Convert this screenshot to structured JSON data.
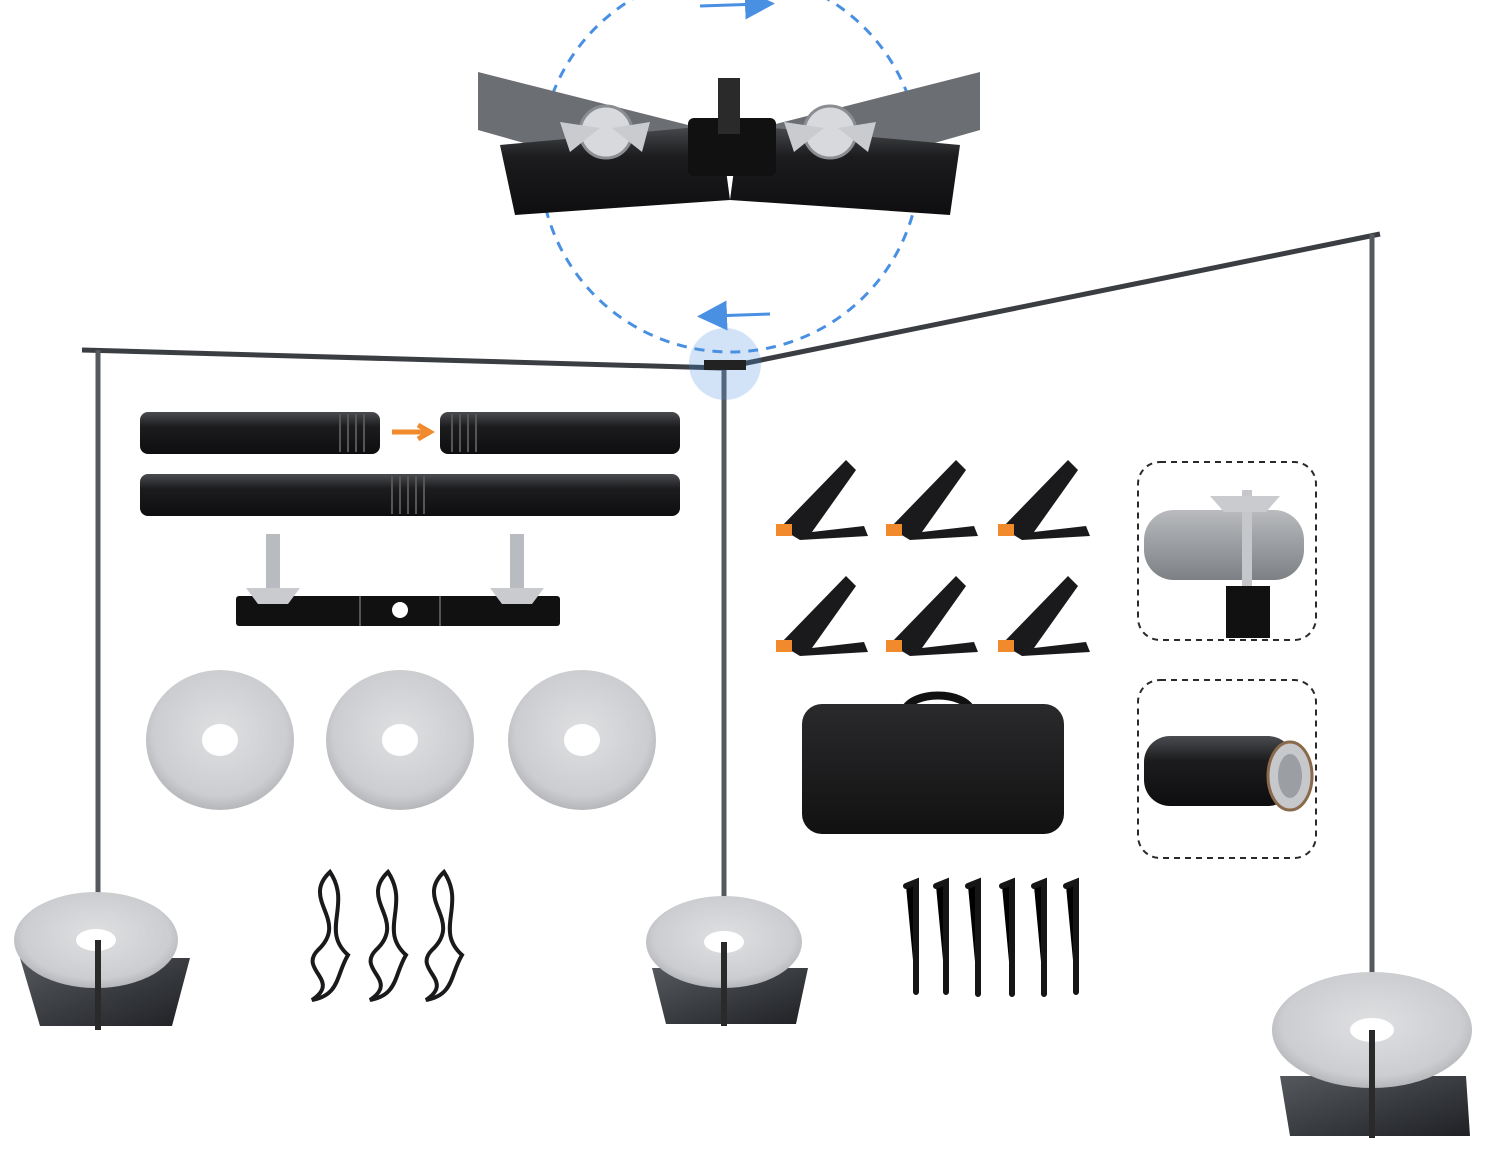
{
  "image": {
    "subject": "backdrop-stand-kit",
    "colors": {
      "background": "#ffffff",
      "pole": "#3a3d42",
      "pole_highlight": "#8a8f96",
      "tube": "#1c1c1e",
      "sandbag": "#cfd1d3",
      "sandbag_shadow": "#a9abae",
      "base_plate": "#2b2d31",
      "accent_blue": "#4a90e2",
      "accent_orange": "#f08a2c",
      "dashed_frame": "#2a2a2a"
    },
    "counts": {
      "spring_clamps": 6,
      "ground_stakes": 6,
      "spare_sandbags": 3,
      "rope_bundles": 3
    }
  }
}
